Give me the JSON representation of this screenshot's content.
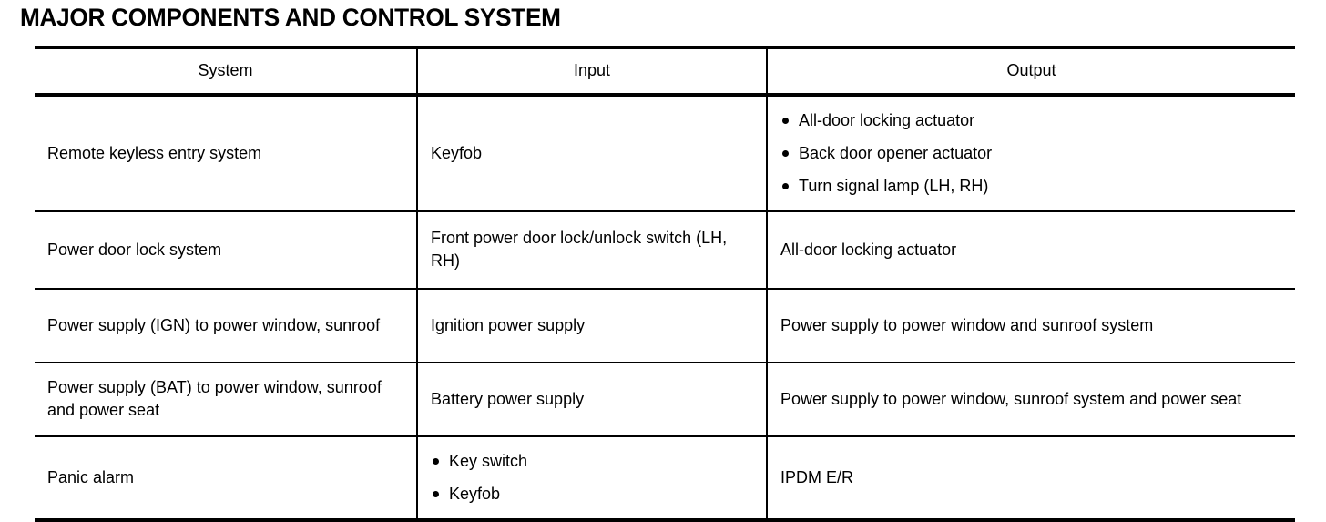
{
  "document": {
    "title": "MAJOR COMPONENTS AND CONTROL SYSTEM"
  },
  "table": {
    "headers": {
      "system": "System",
      "input": "Input",
      "output": "Output"
    },
    "rows": [
      {
        "system": "Remote keyless entry system",
        "input": "Keyfob",
        "output_bullets": [
          "All-door locking actuator",
          "Back door opener actuator",
          "Turn signal lamp (LH, RH)"
        ]
      },
      {
        "system": "Power door lock system",
        "input": "Front power door lock/unlock switch (LH, RH)",
        "output": "All-door locking actuator"
      },
      {
        "system": "Power supply (IGN) to power window, sunroof",
        "input": "Ignition power supply",
        "output": "Power supply to power window and sunroof system"
      },
      {
        "system": "Power supply (BAT) to power window, sunroof and power seat",
        "input": "Battery power supply",
        "output": "Power supply to power window, sunroof system and power seat"
      },
      {
        "system": "Panic alarm",
        "input_bullets": [
          "Key switch",
          "Keyfob"
        ],
        "output": "IPDM E/R"
      }
    ]
  }
}
